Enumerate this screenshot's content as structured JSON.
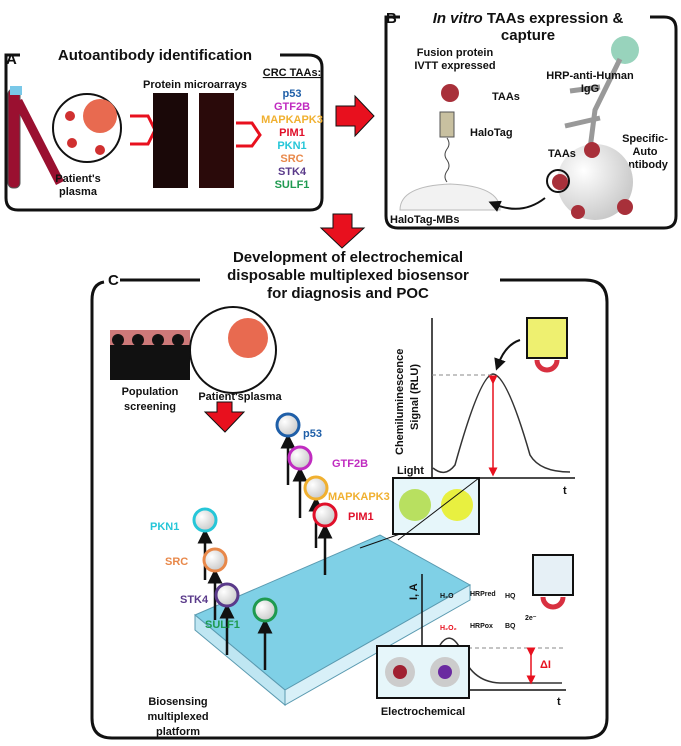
{
  "panel_a": {
    "letter": "A",
    "title": "Autoantibody identification",
    "plasma_label": [
      "Patient's",
      "plasma"
    ],
    "microarrays_label": "Protein microarrays",
    "taa_header": "CRC TAAs:",
    "taas": [
      {
        "name": "p53",
        "color": "#1f5fa8"
      },
      {
        "name": "GTF2B",
        "color": "#c02cc0"
      },
      {
        "name": "MAPKAPK3",
        "color": "#f0b030"
      },
      {
        "name": "PIM1",
        "color": "#e0102a"
      },
      {
        "name": "PKN1",
        "color": "#26c6d8"
      },
      {
        "name": "SRC",
        "color": "#e8884a"
      },
      {
        "name": "STK4",
        "color": "#5a3a8a"
      },
      {
        "name": "SULF1",
        "color": "#1f9a50"
      }
    ]
  },
  "panel_b": {
    "letter": "B",
    "title_italic": "In vitro",
    "title_rest": " TAAs expression &",
    "title_line2": "capture",
    "fusion_label": [
      "Fusion protein",
      "IVTT expressed"
    ],
    "taas_label": "TAAs",
    "halotag_label": "HaloTag",
    "halotag_mbs_label": "HaloTag-MBs",
    "hrp_label": [
      "HRP-anti-Human",
      "IgG"
    ],
    "specific_label": [
      "Specific-",
      "Auto",
      "antibody"
    ],
    "taas_label2": "TAAs"
  },
  "panel_c": {
    "letter": "C",
    "title": [
      "Development of electrochemical",
      "disposable multiplexed biosensor",
      "for diagnosis and POC"
    ],
    "population_label": [
      "Population",
      "screening"
    ],
    "plasma_label": "Patient'splasma",
    "platform_label": [
      "Biosensing",
      "multiplexed",
      "platform"
    ],
    "beads": [
      {
        "name": "p53",
        "color": "#1f5fa8"
      },
      {
        "name": "GTF2B",
        "color": "#c02cc0"
      },
      {
        "name": "MAPKAPK3",
        "color": "#f0b030"
      },
      {
        "name": "PIM1",
        "color": "#e0102a"
      },
      {
        "name": "PKN1",
        "color": "#26c6d8"
      },
      {
        "name": "SRC",
        "color": "#e8884a"
      },
      {
        "name": "STK4",
        "color": "#5a3a8a"
      },
      {
        "name": "SULF1",
        "color": "#1f9a50"
      }
    ],
    "chemi_chart": {
      "ylabel": [
        "Chemiluminescence",
        "Signal (RLU)"
      ],
      "xlabel": "t",
      "light_label": "Light"
    },
    "electro_chart": {
      "ylabel": "I, A",
      "xlabel": "t",
      "delta_label": "ΔI",
      "label": "Electrochemical"
    },
    "reaction": {
      "h2o": "H₂O",
      "h2o2": "H₂O₂",
      "hrp_red": "HRPred",
      "hrp_ox": "HRPox",
      "hq": "HQ",
      "bq": "BQ",
      "electrons": "2e⁻"
    }
  },
  "colors": {
    "accent_red": "#e8101e",
    "bead_red": "#a8303a",
    "plate_blue": "#7fd0e6"
  }
}
